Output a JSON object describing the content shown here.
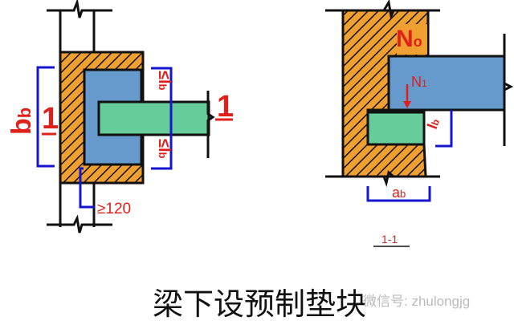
{
  "title": "梁下设预制垫块",
  "watermark": "微信号: zhulongjg",
  "plan_view": {
    "section_mark_left": "1",
    "section_mark_right": "1",
    "width_label": "b",
    "width_label_sub": "b",
    "dim_top": "≤l",
    "dim_top_sub": "b",
    "dim_bottom": "≤l",
    "dim_bottom_sub": "b",
    "min_dim": "≥120"
  },
  "section_view": {
    "load_top": "N",
    "load_top_sub": "o",
    "load_beam": "N",
    "load_beam_sub": "1",
    "height_label": "l",
    "height_label_sub": "b",
    "depth_label": "a",
    "depth_label_sub": "b",
    "section_name": "1-1"
  },
  "colors": {
    "hatch_fill": "#f0a030",
    "beam_blue": "#6699cc",
    "pad_green": "#66cc99",
    "dim_blue": "#1515d0",
    "label_red": "#e0201a"
  }
}
